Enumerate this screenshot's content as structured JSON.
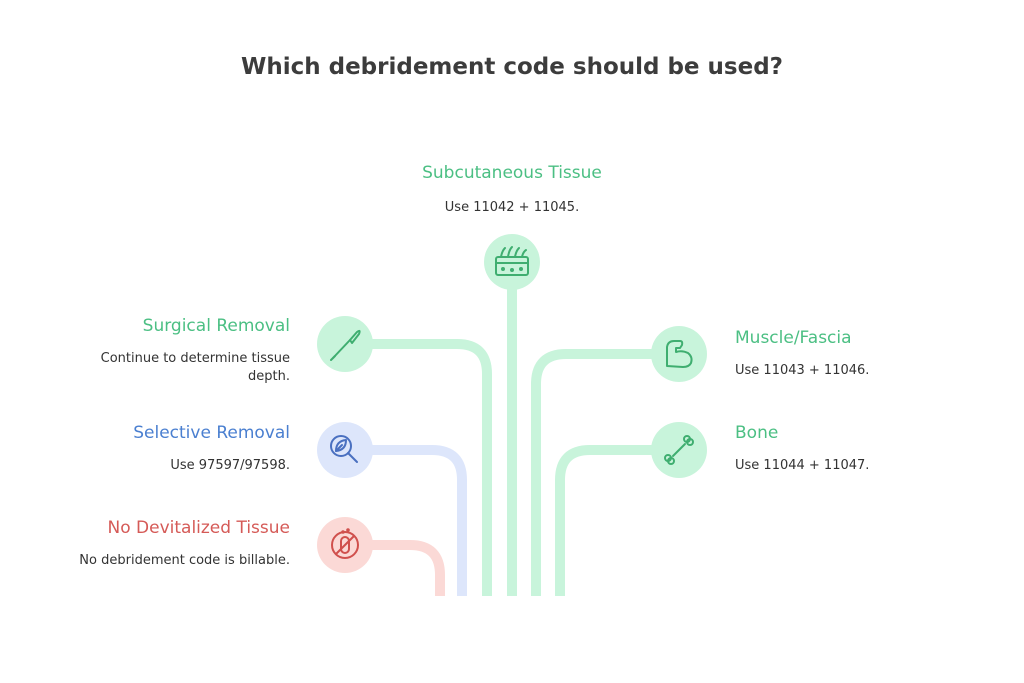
{
  "title": "Which debridement code should be used?",
  "colors": {
    "green": "#4bbf83",
    "green_light": "#c8f4db",
    "green_stroke": "#3fae70",
    "blue": "#4a7fd0",
    "blue_light": "#dde6fb",
    "blue_stroke": "#4a70c0",
    "red": "#d55a57",
    "red_light": "#fbd9d6",
    "red_stroke": "#d0504d"
  },
  "nodes": {
    "subcutaneous": {
      "title": "Subcutaneous Tissue",
      "desc": "Use 11042 + 11045.",
      "icon": "skin-layers-icon"
    },
    "surgical": {
      "title": "Surgical Removal",
      "desc": "Continue to determine tissue depth.",
      "icon": "scalpel-icon"
    },
    "selective": {
      "title": "Selective Removal",
      "desc": "Use 97597/97598.",
      "icon": "magnifier-leaf-icon"
    },
    "no_devitalized": {
      "title": "No Devitalized Tissue",
      "desc": "No debridement code is billable.",
      "icon": "no-test-tube-icon"
    },
    "muscle": {
      "title": "Muscle/Fascia",
      "desc": "Use 11043 + 11046.",
      "icon": "muscle-arm-icon"
    },
    "bone": {
      "title": "Bone",
      "desc": "Use 11044 + 11047.",
      "icon": "bone-icon"
    }
  }
}
